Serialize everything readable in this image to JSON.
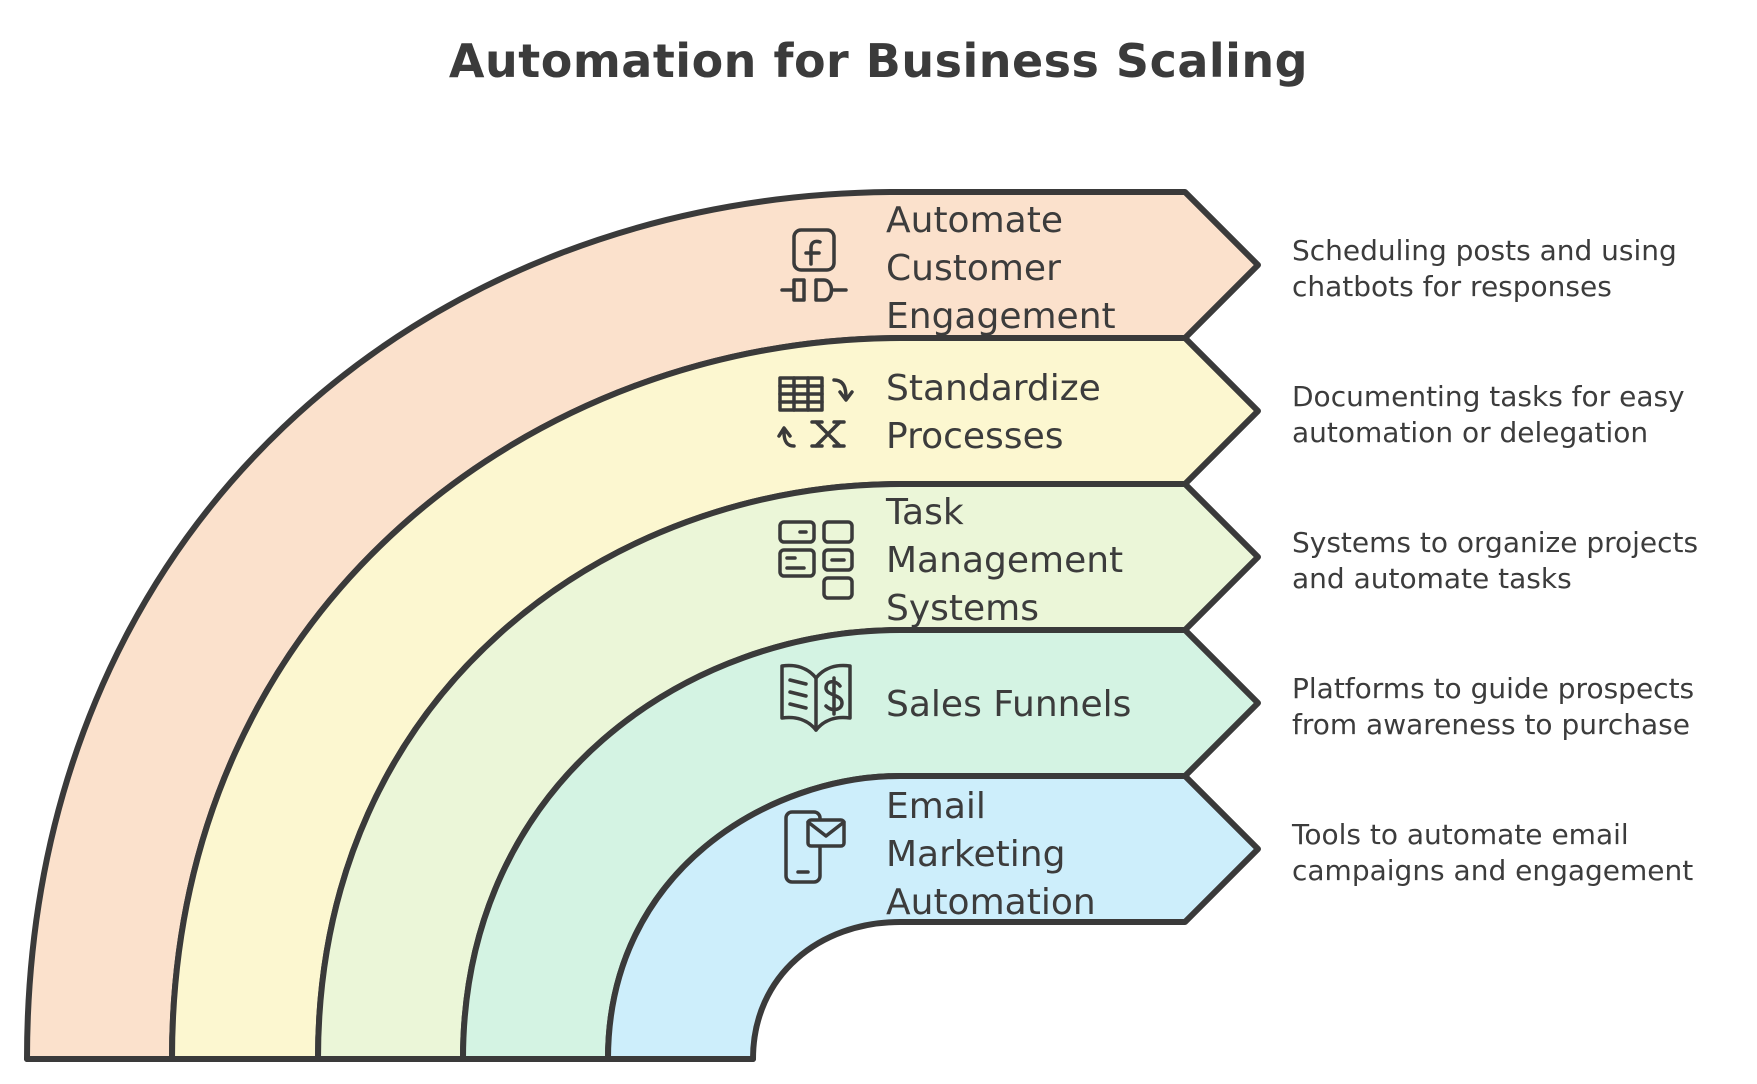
{
  "title": "Automation for Business Scaling",
  "items": [
    {
      "label_lines": [
        "Automate",
        "Customer",
        "Engagement"
      ],
      "icon": "facebook-plug-icon",
      "fill": "#fbe1cc",
      "description_lines": [
        "Scheduling posts and using",
        "chatbots for responses"
      ]
    },
    {
      "label_lines": [
        "Standardize",
        "Processes"
      ],
      "icon": "spreadsheet-transform-icon",
      "fill": "#fcf7d0",
      "description_lines": [
        "Documenting tasks for easy",
        "automation or delegation"
      ]
    },
    {
      "label_lines": [
        "Task",
        "Management",
        "Systems"
      ],
      "icon": "dashboard-layout-icon",
      "fill": "#ebf6d8",
      "description_lines": [
        "Systems to organize projects",
        "and automate tasks"
      ]
    },
    {
      "label_lines": [
        "Sales Funnels"
      ],
      "icon": "open-book-dollar-icon",
      "fill": "#d4f3e3",
      "description_lines": [
        "Platforms to guide prospects",
        "from awareness to purchase"
      ]
    },
    {
      "label_lines": [
        "Email",
        "Marketing",
        "Automation"
      ],
      "icon": "phone-envelope-icon",
      "fill": "#cdeefb",
      "description_lines": [
        "Tools to automate email",
        "campaigns and engagement"
      ]
    }
  ]
}
